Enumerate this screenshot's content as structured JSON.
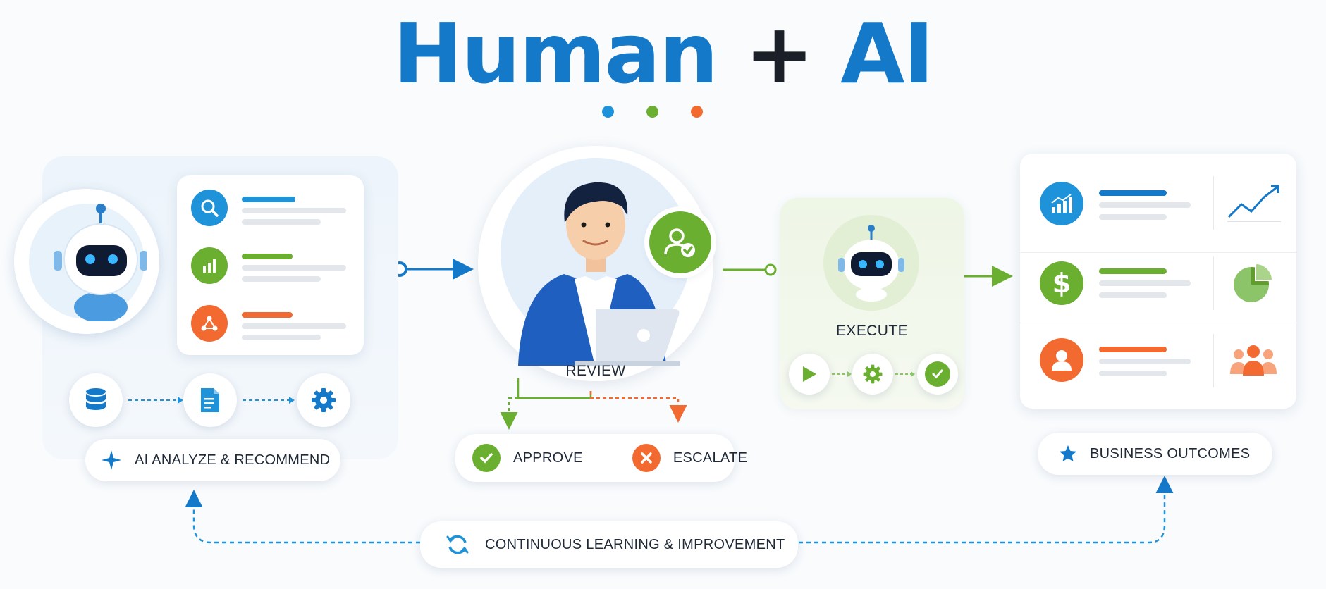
{
  "title": {
    "part1": "Human",
    "plus": "+",
    "part2": "AI"
  },
  "colors": {
    "blue": "#1479c9",
    "green": "#6aaf2f",
    "orange": "#f26a30",
    "dark": "#1b1f27"
  },
  "stages": {
    "analyze": {
      "label": "AI ANALYZE & RECOMMEND",
      "icon": "sparkle-icon",
      "items": [
        {
          "icon": "search-icon",
          "color": "#1f93d9"
        },
        {
          "icon": "bar-chart-icon",
          "color": "#6aaf2f"
        },
        {
          "icon": "network-icon",
          "color": "#f26a30"
        }
      ],
      "pipeline": [
        "database-icon",
        "document-icon",
        "gear-icon"
      ]
    },
    "review": {
      "label": "REVIEW",
      "decisions": {
        "approve": "APPROVE",
        "escalate": "ESCALATE"
      }
    },
    "execute": {
      "label": "EXECUTE",
      "steps": [
        "play-icon",
        "gear-icon",
        "check-icon"
      ]
    },
    "outcomes": {
      "label": "BUSINESS OUTCOMES",
      "icon": "star-icon",
      "rows": [
        {
          "icon": "growth-chart-icon",
          "color": "#1f93d9",
          "side": "trend-line-icon"
        },
        {
          "icon": "dollar-icon",
          "color": "#6aaf2f",
          "side": "pie-chart-icon"
        },
        {
          "icon": "person-icon",
          "color": "#f26a30",
          "side": "team-icon"
        }
      ]
    }
  },
  "feedback": {
    "label": "CONTINUOUS LEARNING & IMPROVEMENT",
    "icon": "refresh-icon"
  }
}
